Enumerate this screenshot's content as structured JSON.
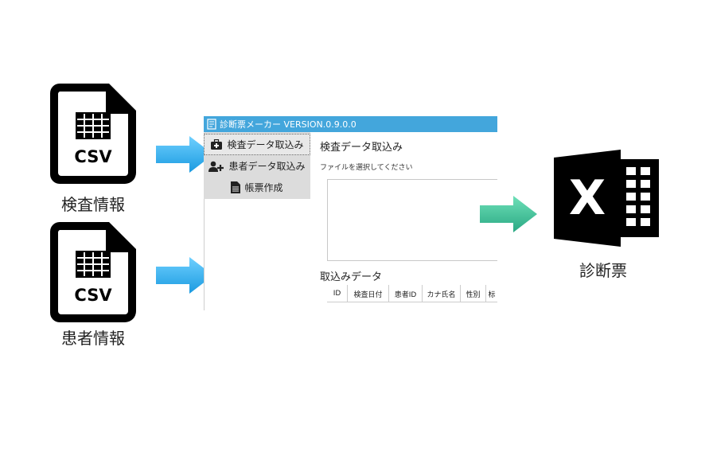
{
  "left_sources": [
    {
      "icon_label": "CSV",
      "caption": "検査情報"
    },
    {
      "icon_label": "CSV",
      "caption": "患者情報"
    }
  ],
  "app": {
    "title": "診断票メーカー VERSION.0.9.0.0",
    "sidebar": [
      {
        "label": "検査データ取込み",
        "icon": "medical-kit-icon",
        "active": true
      },
      {
        "label": "患者データ取込み",
        "icon": "add-user-icon",
        "active": false
      },
      {
        "label": "帳票作成",
        "icon": "document-icon",
        "active": false
      }
    ],
    "main_title": "検査データ取込み",
    "file_prompt": "ファイルを選択してください",
    "import_title": "取込みデータ",
    "columns": [
      "ID",
      "検査日付",
      "患者ID",
      "カナ氏名",
      "性別",
      "标"
    ]
  },
  "output": {
    "icon_letter": "X",
    "caption": "診断票"
  },
  "colors": {
    "titlebar": "#43a6dc",
    "input_arrow": "#29a9e6",
    "output_arrow": "#3fbf96",
    "icon_black": "#000000"
  }
}
